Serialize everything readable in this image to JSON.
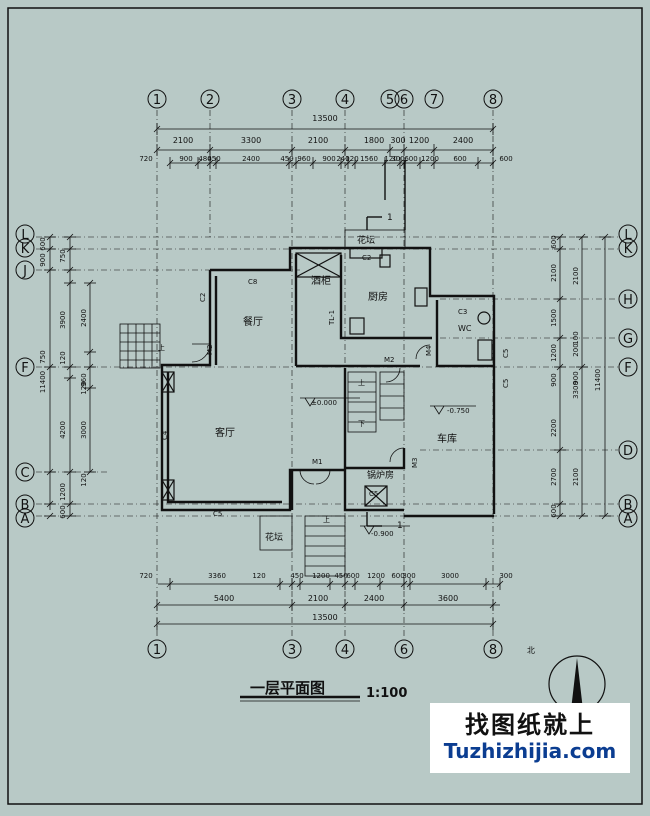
{
  "drawing_title": "一层平面图",
  "scale": "1:100",
  "north_label": "北",
  "grid_top": [
    "1",
    "2",
    "3",
    "4",
    "5",
    "6",
    "7",
    "8"
  ],
  "grid_bottom": [
    "1",
    "3",
    "4",
    "6",
    "8"
  ],
  "grid_left": [
    "L",
    "K",
    "J",
    "F",
    "C",
    "B",
    "A"
  ],
  "grid_right": [
    "L",
    "K",
    "H",
    "G",
    "F",
    "D",
    "B",
    "A"
  ],
  "dims_top_total": "13500",
  "dims_top_row1": [
    "2100",
    "3300",
    "2100",
    "1800",
    "300",
    "1200",
    "2400"
  ],
  "dims_top_row2": [
    "720",
    "900",
    "480",
    "450",
    "2400",
    "450",
    "960",
    "900",
    "240",
    "120",
    "1560",
    "120",
    "300",
    "600",
    "1200",
    "600",
    "600"
  ],
  "dims_bottom_row1": [
    "720",
    "3360",
    "120",
    "450",
    "1200",
    "450",
    "600",
    "1200",
    "600",
    "300",
    "3000",
    "300"
  ],
  "dims_bottom_row2": [
    "5400",
    "2100",
    "2400",
    "3600"
  ],
  "dims_bottom_total": "13500",
  "dims_left_outer": [
    "900",
    "600",
    "750",
    "3900",
    "120",
    "750",
    "4200",
    "1200",
    "600",
    "11400"
  ],
  "dims_left_inner": [
    "2400",
    "960",
    "120",
    "3000",
    "120"
  ],
  "dims_right_inner": [
    "600",
    "2100",
    "1500",
    "1200",
    "900",
    "3300",
    "2200",
    "2700",
    "600"
  ],
  "dims_right_outer": [
    "2100",
    "100",
    "200",
    "900",
    "2100",
    "11400"
  ],
  "rooms": {
    "dining": "餐厅",
    "living": "客厅",
    "kitchen": "厨房",
    "wine_cabinet": "酒柜",
    "garage": "车库",
    "boiler_room": "锅炉房",
    "planter_top": "花坛",
    "planter_bottom": "花坛",
    "wc": "WC"
  },
  "tags": {
    "m1": "M1",
    "m2a": "M2",
    "m2b": "M2",
    "m3": "M3",
    "m4": "M4",
    "c2a": "C2",
    "c2b": "C2",
    "c3": "C3",
    "c4": "C4",
    "c5a": "C5",
    "c5b": "C5",
    "c5c": "C5",
    "c5d": "C5",
    "c8": "C8",
    "tl1": "TL-1",
    "elev_000": "±0.000",
    "elev_075": "-0.750",
    "elev_090": "-0.900",
    "section_top": "1",
    "section_bottom": "1",
    "up_a": "上",
    "up_b": "上",
    "up_c": "上",
    "down_a": "下"
  },
  "watermark": {
    "title": "找图纸就上",
    "url": "Tuzhizhijia.com"
  },
  "colors": {
    "background": "#b8c9c6",
    "line": "#111111",
    "watermark_url": "#0b3d91"
  }
}
